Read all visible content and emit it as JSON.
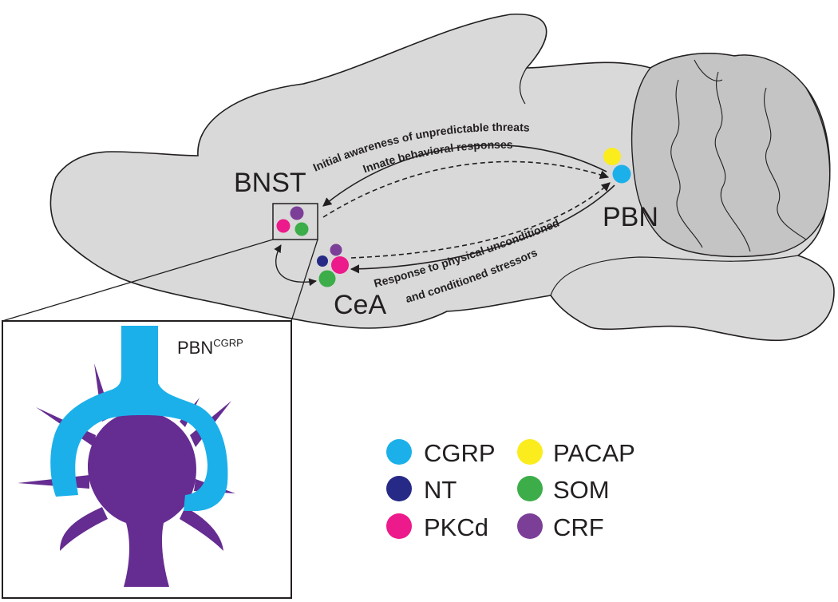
{
  "colors": {
    "brain_fill": "#d9d9d9",
    "brain_stroke": "#231f20",
    "cerebellum_fill": "#c4c4c4",
    "cgrp": "#1bb0ea",
    "pacap": "#fbec1e",
    "nt": "#262a86",
    "som": "#3cad49",
    "pkcd": "#ec1a8a",
    "crf": "#7c3f98",
    "neuron_body": "#652c91"
  },
  "regions": {
    "bnst": "BNST",
    "pbn": "PBN",
    "cea": "CeA"
  },
  "pathways": {
    "upper_line1": "Initial awareness of unpredictable threats",
    "upper_line2": "Innate behavioral responses",
    "lower_line1": "Response to physical unconditioned",
    "lower_line2": "and conditioned stressors"
  },
  "inset": {
    "title": "PBN",
    "superscript": "CGRP"
  },
  "legend": [
    {
      "label": "CGRP",
      "color": "#1bb0ea"
    },
    {
      "label": "PACAP",
      "color": "#fbec1e"
    },
    {
      "label": "NT",
      "color": "#262a86"
    },
    {
      "label": "SOM",
      "color": "#3cad49"
    },
    {
      "label": "PKCd",
      "color": "#ec1a8a"
    },
    {
      "label": "CRF",
      "color": "#7c3f98"
    }
  ]
}
